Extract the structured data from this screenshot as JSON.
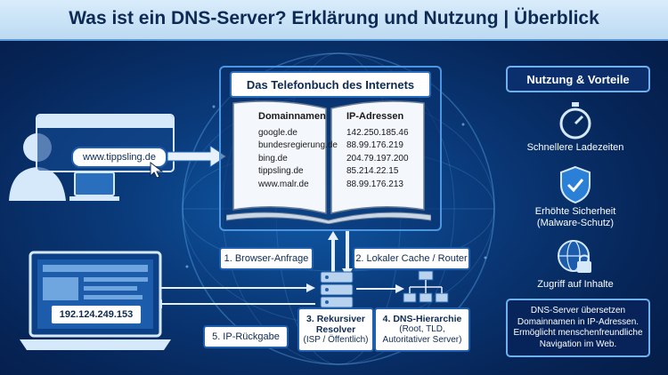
{
  "title": "Was ist ein DNS-Server? Erklärung und Nutzung | Überblick",
  "browser": {
    "url": "www.tippsling.de"
  },
  "laptop": {
    "ip": "192.124.249.153"
  },
  "book": {
    "title": "Das Telefonbuch des Internets",
    "col1_header": "Domainnamen",
    "col2_header": "IP-Adressen",
    "rows": [
      {
        "domain": "google.de",
        "ip": "142.250.185.46"
      },
      {
        "domain": "bundesregierung.de",
        "ip": "88.99.176.219"
      },
      {
        "domain": "bing.de",
        "ip": "204.79.197.200"
      },
      {
        "domain": "tippsling.de",
        "ip": "85.214.22.15"
      },
      {
        "domain": "www.malr.de",
        "ip": "88.99.176.213"
      }
    ]
  },
  "steps": {
    "s1": "1. Browser-Anfrage",
    "s2": "2. Lokaler Cache / Router",
    "s3": "3. Rekursiver Resolver",
    "s3_sub": "(ISP / Öffentlich)",
    "s4": "4. DNS-Hierarchie",
    "s4_sub": "(Root, TLD, Autoritativer Server)",
    "s5": "5. IP-Rückgabe"
  },
  "benefits": {
    "header": "Nutzung & Vorteile",
    "items": [
      {
        "label": "Schnellere Ladezeiten",
        "icon": "stopwatch-icon"
      },
      {
        "label": "Erhöhte Sicherheit",
        "sub": "(Malware-Schutz)",
        "icon": "shield-check-icon"
      },
      {
        "label": "Zugriff auf Inhalte",
        "icon": "globe-lock-icon"
      }
    ],
    "summary": "DNS-Server übersetzen Domainnamen in IP-Adressen. Ermöglicht menschenfreundliche Navigation im Web."
  },
  "colors": {
    "banner": "#cfe6f8",
    "background": "#0a3a7a",
    "accent": "#6fb1ee"
  }
}
